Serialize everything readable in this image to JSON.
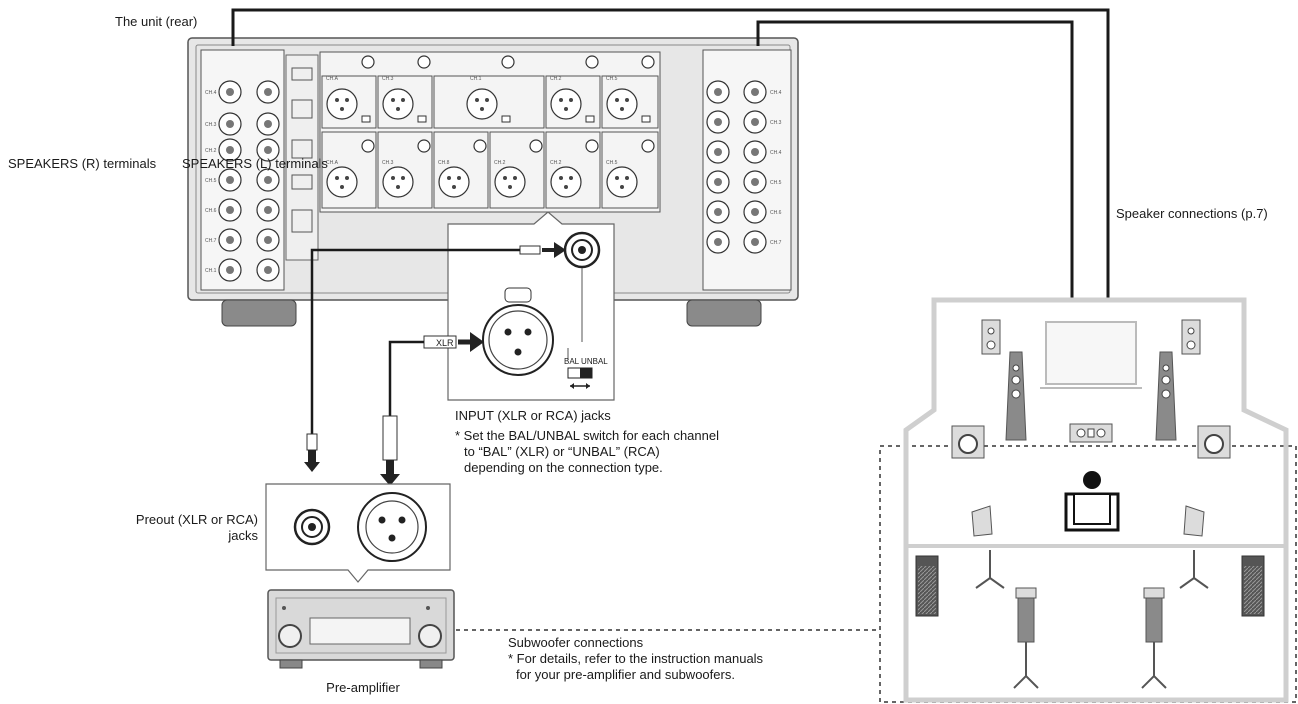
{
  "labels": {
    "unit_rear": "The unit (rear)",
    "speakers_r": "SPEAKERS (R) terminals",
    "speakers_l": "SPEAKERS (L) terminals",
    "speaker_connections": "Speaker connections (p.7)",
    "input_jacks_title": "INPUT (XLR or RCA) jacks",
    "input_note_1": "* Set the BAL/UNBAL switch for each channel",
    "input_note_2": "to “BAL” (XLR) or “UNBAL” (RCA)",
    "input_note_3": "depending on the connection type.",
    "preout_1": "Preout (XLR or RCA)",
    "preout_2": "jacks",
    "preamplifier": "Pre-amplifier",
    "sub_title": "Subwoofer connections",
    "sub_note_1": "* For details, refer to the instruction manuals",
    "sub_note_2": "for your pre-amplifier and subwoofers.",
    "plug_xlr": "XLR",
    "bal_unbal": "BAL  UNBAL"
  },
  "panel": {
    "input_top_row": [
      "CH.A",
      "CH.3",
      "CH.1",
      "CH.2",
      "CH.5"
    ],
    "input_bottom_row": [
      "CH.A",
      "CH.3",
      "CH.8",
      "CH.2",
      "CH.2",
      "CH.5"
    ],
    "speaker_left_ch": [
      "CH.4",
      "CH.3",
      "CH.2",
      "CH.5",
      "CH.6",
      "CH.7",
      "CH.1"
    ],
    "speaker_right_ch": [
      "CH.4",
      "CH.3",
      "CH.4",
      "CH.5",
      "CH.6",
      "CH.7"
    ]
  },
  "colors": {
    "cable": "#1a1a1a",
    "panel_fill": "#e4e4e4",
    "panel_stroke": "#5a5a5a",
    "room_line": "#cfcfcf",
    "speaker_dark": "#8a8a8a"
  }
}
